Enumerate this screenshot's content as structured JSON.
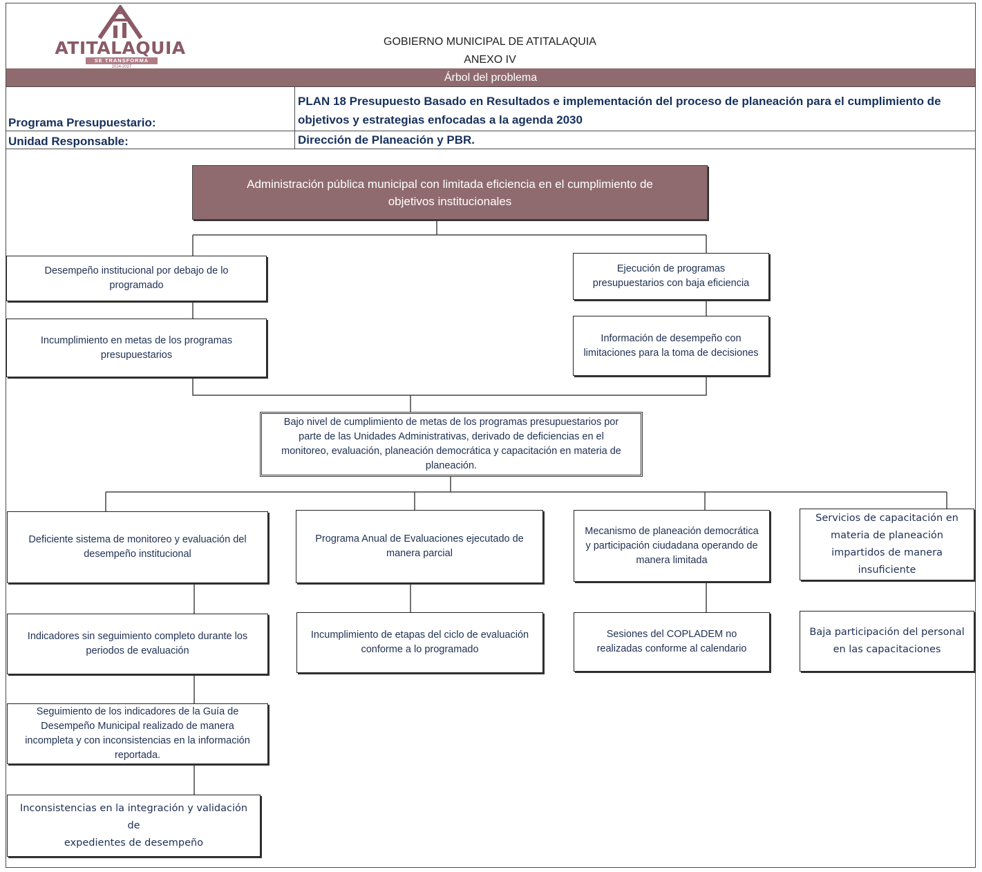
{
  "header": {
    "logo_text": "ATITALAQUIA",
    "logo_ribbon": "SE TRANSFORMA",
    "logo_years": "2024-2027",
    "government": "GOBIERNO MUNICIPAL DE ATITALAQUIA",
    "annex": "ANEXO IV",
    "band_title": "Árbol del problema"
  },
  "info": {
    "program_label": "Programa Presupuestario:",
    "program_value_line1": "PLAN 18 Presupuesto Basado en Resultados e implementación del proceso de planeación para el cumplimiento de",
    "program_value_line2": "objetivos y estrategias enfocadas a la agenda 2030",
    "unit_label": "Unidad Responsable:",
    "unit_value": "Dirección de Planeación y PBR."
  },
  "tree": {
    "central_problem": [
      "Administración pública municipal con limitada eficiencia en el cumplimiento de",
      "objetivos institucionales"
    ],
    "effects_left": [
      [
        "Desempeño institucional por debajo de lo",
        "programado"
      ],
      [
        "Incumplimiento en metas de los programas",
        "presupuestarios"
      ]
    ],
    "effects_right": [
      [
        "Ejecución de programas",
        "presupuestarios con baja eficiencia"
      ],
      [
        "Información de desempeño con",
        "limitaciones para la toma de decisiones"
      ]
    ],
    "core_cause": [
      "Bajo nivel de cumplimiento de metas de los programas presupuestarios por",
      "parte de las Unidades Administrativas, derivado de deficiencias en el",
      "monitoreo, evaluación, planeación democrática y capacitación en materia de",
      "planeación."
    ],
    "cause_col1": [
      [
        "Deficiente sistema de monitoreo y evaluación del",
        "desempeño institucional"
      ],
      [
        "Indicadores sin seguimiento completo durante los",
        "periodos de evaluación"
      ],
      [
        "Seguimiento de los indicadores de la Guía de",
        "Desempeño Municipal realizado de manera",
        "incompleta y con inconsistencias en la información",
        "reportada."
      ],
      [
        "Inconsistencias en la integración y validación de",
        "expedientes de desempeño"
      ]
    ],
    "cause_col2": [
      [
        "Programa Anual de Evaluaciones ejecutado de",
        "manera parcial"
      ],
      [
        "Incumplimiento de etapas del ciclo de evaluación",
        "conforme a lo programado"
      ]
    ],
    "cause_col3": [
      [
        "Mecanismo de planeación democrática",
        "y participación ciudadana operando de",
        "manera limitada"
      ],
      [
        "Sesiones del COPLADEM no",
        "realizadas conforme al calendario"
      ]
    ],
    "cause_col4": [
      [
        "Servicios de capacitación en",
        "materia de planeación",
        "impartidos de manera",
        "insuficiente"
      ],
      [
        "Baja participación del personal",
        "en las capacitaciones"
      ]
    ]
  },
  "colors": {
    "band": "#8f6b70",
    "problem_box": "#8f6b70",
    "text_blue": "#17305c",
    "logo": "#8a5a66"
  }
}
